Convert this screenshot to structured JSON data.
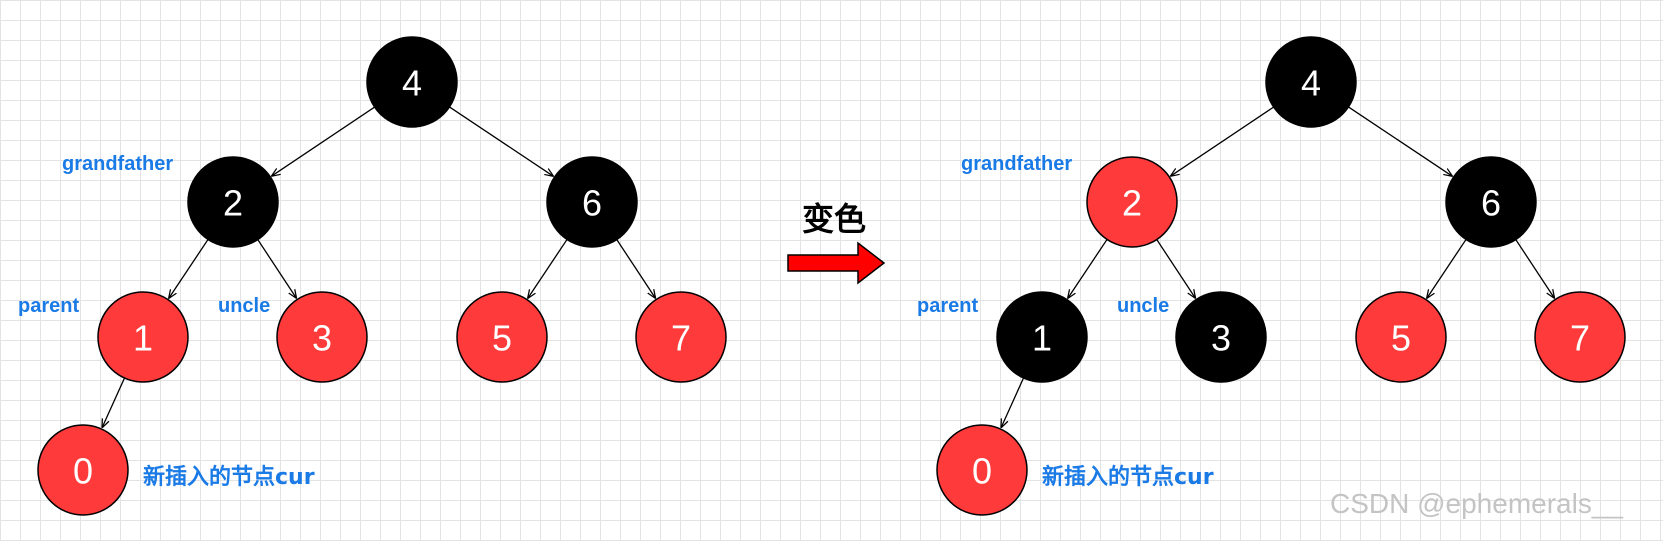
{
  "colors": {
    "red": "#ff3a3a",
    "black": "#000000",
    "label": "#1a7ae6",
    "arrow": "#ff0000"
  },
  "operation_label": "变色",
  "inserted_label": "新插入的节点cur",
  "roles": {
    "grandfather": "grandfather",
    "parent": "parent",
    "uncle": "uncle"
  },
  "watermark": "CSDN @ephemerals__",
  "before": {
    "nodes": [
      {
        "id": "n4",
        "value": "4",
        "color": "black"
      },
      {
        "id": "n2",
        "value": "2",
        "color": "black"
      },
      {
        "id": "n6",
        "value": "6",
        "color": "black"
      },
      {
        "id": "n1",
        "value": "1",
        "color": "red"
      },
      {
        "id": "n3",
        "value": "3",
        "color": "red"
      },
      {
        "id": "n5",
        "value": "5",
        "color": "red"
      },
      {
        "id": "n7",
        "value": "7",
        "color": "red"
      },
      {
        "id": "n0",
        "value": "0",
        "color": "red"
      }
    ],
    "edges": [
      [
        "n4",
        "n2"
      ],
      [
        "n4",
        "n6"
      ],
      [
        "n2",
        "n1"
      ],
      [
        "n2",
        "n3"
      ],
      [
        "n6",
        "n5"
      ],
      [
        "n6",
        "n7"
      ],
      [
        "n1",
        "n0"
      ]
    ]
  },
  "after": {
    "nodes": [
      {
        "id": "n4",
        "value": "4",
        "color": "black"
      },
      {
        "id": "n2",
        "value": "2",
        "color": "red"
      },
      {
        "id": "n6",
        "value": "6",
        "color": "black"
      },
      {
        "id": "n1",
        "value": "1",
        "color": "black"
      },
      {
        "id": "n3",
        "value": "3",
        "color": "black"
      },
      {
        "id": "n5",
        "value": "5",
        "color": "red"
      },
      {
        "id": "n7",
        "value": "7",
        "color": "red"
      },
      {
        "id": "n0",
        "value": "0",
        "color": "red"
      }
    ],
    "edges": [
      [
        "n4",
        "n2"
      ],
      [
        "n4",
        "n6"
      ],
      [
        "n2",
        "n1"
      ],
      [
        "n2",
        "n3"
      ],
      [
        "n6",
        "n5"
      ],
      [
        "n6",
        "n7"
      ],
      [
        "n1",
        "n0"
      ]
    ]
  }
}
